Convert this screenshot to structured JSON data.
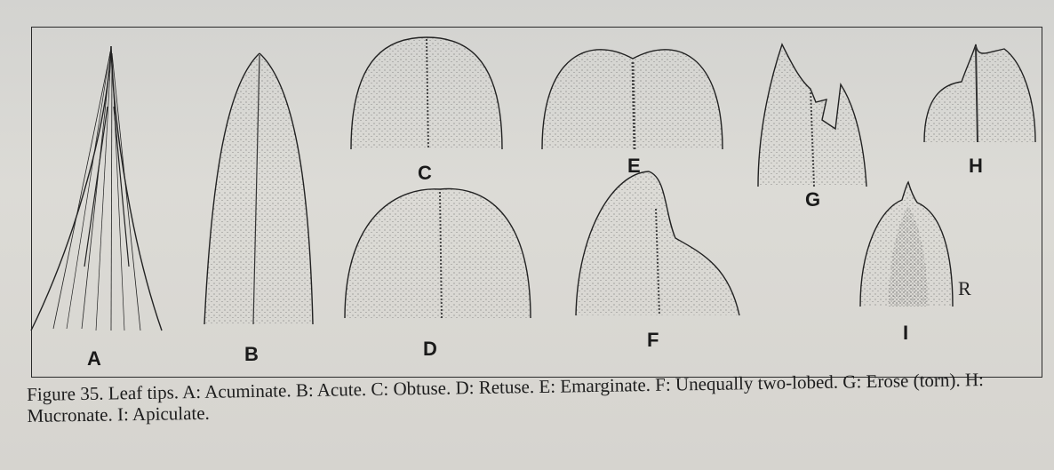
{
  "figure": {
    "labels": [
      "A",
      "B",
      "C",
      "D",
      "E",
      "F",
      "G",
      "H",
      "I"
    ],
    "caption": "Figure 35. Leaf tips. A: Acuminate. B: Acute. C: Obtuse. D: Retuse. E: Emarginate. F: Unequally two-lobed. G: Erose (torn). H: Mucronate. I: Apiculate.",
    "signature": "R"
  }
}
